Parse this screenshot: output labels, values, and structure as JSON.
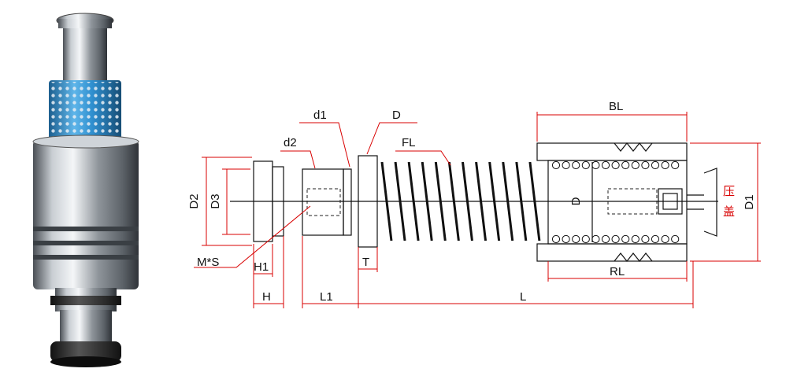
{
  "dimensions": {
    "bl": "BL",
    "d1": "d1",
    "d_top": "D",
    "d2_small": "d2",
    "fl": "FL",
    "d_inner": "D",
    "d1_right": "D1",
    "d2_left": "D2",
    "d3_left": "D3",
    "ms": "M*S",
    "h1": "H1",
    "t": "T",
    "rl": "RL",
    "h": "H",
    "l1": "L1",
    "l": "L",
    "cap_char1": "压",
    "cap_char2": "盖"
  },
  "colors": {
    "dimension_line": "#d80000",
    "outline": "#111111",
    "cage_blue": "#2f8fcf",
    "steel": "#9aa0a6"
  },
  "icons": {
    "photo": "ball-bearing-guide-post-photo"
  }
}
